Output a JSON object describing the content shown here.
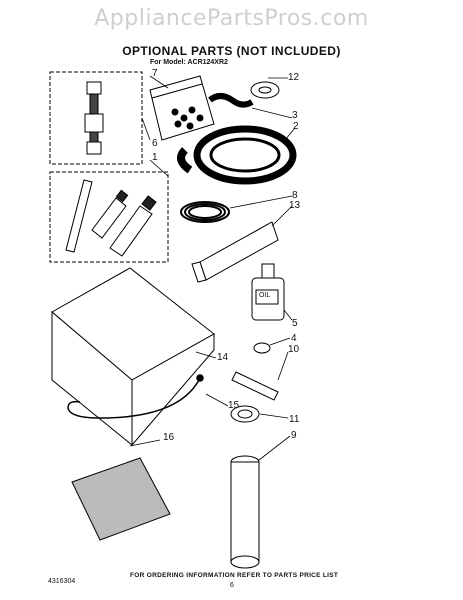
{
  "watermark": "AppliancePartsPros.com",
  "header": {
    "title": "OPTIONAL PARTS (NOT INCLUDED)",
    "model_line": "For Model: ACR124XR2"
  },
  "callouts": [
    "7",
    "12",
    "3",
    "2",
    "6",
    "1",
    "8",
    "13",
    "5",
    "4",
    "10",
    "14",
    "15",
    "11",
    "9",
    "16"
  ],
  "labels": {
    "oil": "OIL"
  },
  "footer": {
    "note": "FOR ORDERING INFORMATION REFER TO PARTS PRICE LIST",
    "doc_number": "4316304",
    "page": "6"
  }
}
